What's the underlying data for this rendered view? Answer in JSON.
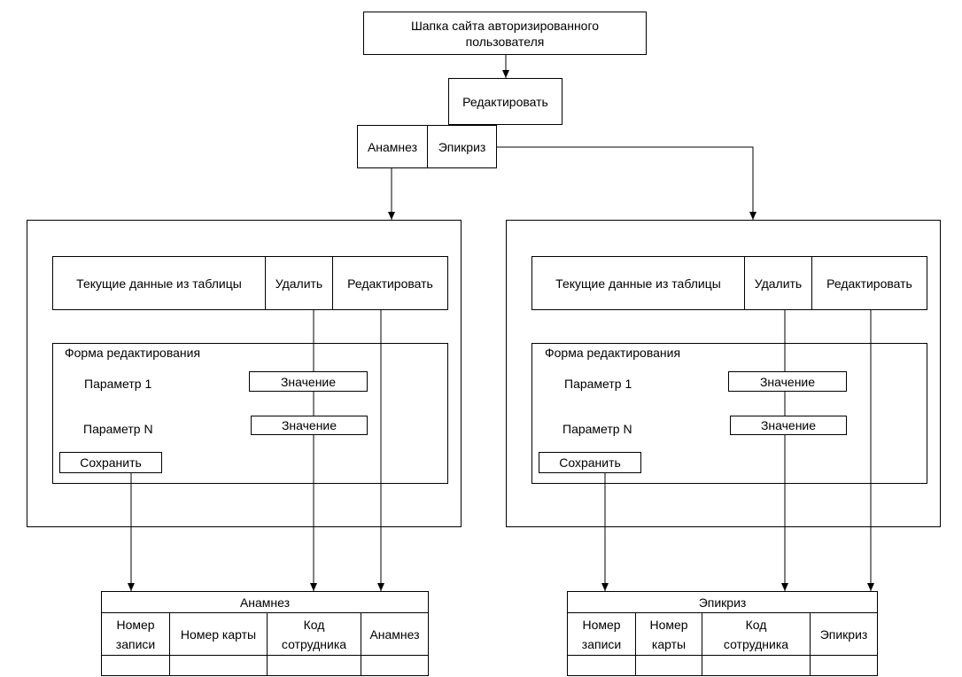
{
  "header": {
    "text": "Шапка сайта авторизированного пользователя"
  },
  "edit_button": "Редактировать",
  "tabs": {
    "anamnesis": "Анамнез",
    "epicrisis": "Эпикриз"
  },
  "panels": [
    {
      "id": "left",
      "row": {
        "data": "Текущие данные из таблицы",
        "delete": "Удалить",
        "edit": "Редактировать"
      },
      "form": {
        "title": "Форма редактирования",
        "params": [
          {
            "label": "Параметр 1",
            "value": "Значение"
          },
          {
            "label": "Параметр N",
            "value": "Значение"
          }
        ],
        "save": "Сохранить"
      }
    },
    {
      "id": "right",
      "row": {
        "data": "Текущие данные из таблицы",
        "delete": "Удалить",
        "edit": "Редактировать"
      },
      "form": {
        "title": "Форма редактирования",
        "params": [
          {
            "label": "Параметр 1",
            "value": "Значение"
          },
          {
            "label": "Параметр N",
            "value": "Значение"
          }
        ],
        "save": "Сохранить"
      }
    }
  ],
  "tables": [
    {
      "title": "Анамнез",
      "columns": [
        "Номер записи",
        "Номер карты",
        "Код сотрудника",
        "Анамнез"
      ]
    },
    {
      "title": "Эпикриз",
      "columns": [
        "Номер записи",
        "Номер карты",
        "Код сотрудника",
        "Эпикриз"
      ]
    }
  ]
}
